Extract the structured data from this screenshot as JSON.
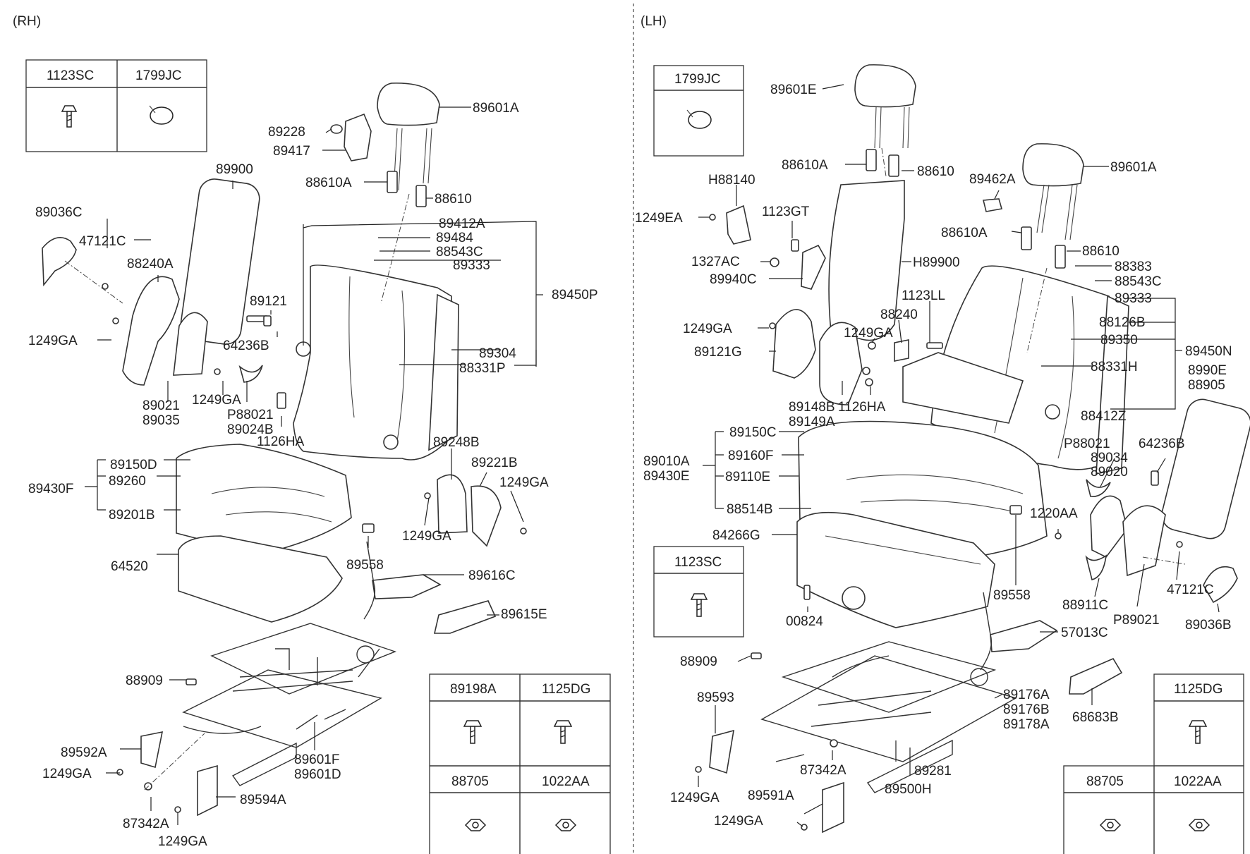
{
  "sides": {
    "right": "(RH)",
    "left": "(LH)"
  },
  "rh": {
    "headers": {
      "bolt": "1123SC",
      "clip": "1799JC"
    },
    "labels": {
      "headrest": "89601A",
      "guide": "88610A",
      "guide_b": "88610",
      "ring": "89228",
      "bezel": "89417",
      "armrest": "89900",
      "cover_knob": "89036C",
      "pin": "47121C",
      "shield": "88240A",
      "screw_a": "1249GA",
      "bolt_a": "89121",
      "bushing": "64236B",
      "recliner_cover": "89021",
      "recliner_cover_b": "89035",
      "screw_b": "1249GA",
      "p_cover": "P88021",
      "p_cover_b": "89024B",
      "bolt_b": "1126HA",
      "back_a": "89412A",
      "back_b": "89484",
      "back_c": "88543C",
      "back_d": "89333",
      "back_assy": "89450P",
      "back_e": "89304",
      "back_f": "88331P",
      "cushion_a": "89150D",
      "cushion_b": "89260",
      "cushion_c": "89201B",
      "cushion_assy": "89430F",
      "pad": "64520",
      "latch": "89558",
      "bracket": "89248B",
      "cover_a": "89221B",
      "screw_c": "1249GA",
      "screw_d": "1249GA",
      "trim_a": "89616C",
      "trim_b": "89615E",
      "bolt_c": "88909",
      "frame_a": "89592A",
      "screw_e": "1249GA",
      "frame_b": "89601F",
      "frame_c": "89601D",
      "foot": "87342A",
      "bracket_b": "89594A",
      "screw_f": "1249GA"
    },
    "bottom_table": {
      "h1": "89198A",
      "h2": "1125DG",
      "h3": "88705",
      "h4": "1022AA"
    }
  },
  "lh": {
    "headers": {
      "clip": "1799JC",
      "bolt": "1123SC"
    },
    "labels": {
      "headrest_a": "89601E",
      "guide_a": "88610A",
      "guide_a2": "88610",
      "bracket_a": "H88140",
      "screw_a": "1249EA",
      "bolt_a": "1123GT",
      "nut_a": "1327AC",
      "bracket_b": "89940C",
      "armrest_back": "H89900",
      "clip_a": "89462A",
      "headrest_b": "89601A",
      "guide_b": "88610A",
      "guide_b2": "88610",
      "back_a": "88383",
      "back_b": "88543C",
      "back_c": "89333",
      "back_d": "88126B",
      "back_e": "89350",
      "back_assy": "89450N",
      "back_f": "88331H",
      "back_g": "88412Z",
      "screw_b": "1123LL",
      "shield": "88240",
      "screw_c": "1249GA",
      "screw_d": "1249GA",
      "knob": "89121G",
      "cover_a": "89148B",
      "bolt_b": "1126HA",
      "cover_b": "89149A",
      "cushion_a": "89150C",
      "cushion_b": "89160F",
      "cushion_c": "89110E",
      "cushion_d": "88514B",
      "cushion_assy": "89010A",
      "cushion_assy_b": "89430E",
      "harness": "84266G",
      "arm_a": "8990E",
      "arm_b": "88905",
      "p_cover": "P88021",
      "p_cover_b": "89034",
      "p_cover_c": "89020",
      "bushing": "64236B",
      "screw_e": "1220AA",
      "ring": "88911C",
      "pin": "47121C",
      "p_cover_d": "P89021",
      "knob_b": "89036B",
      "latch": "89558",
      "clip_b": "00824",
      "trim_a": "57013C",
      "trim_b": "68683B",
      "bolt_c": "88909",
      "frame_a": "89593",
      "screw_f": "1249GA",
      "foot": "87342A",
      "frame_b": "89591A",
      "screw_g": "1249GA",
      "rail": "89500H",
      "rail_b": "89281",
      "lever_a": "89176A",
      "lever_b": "89176B",
      "lever_c": "89178A"
    },
    "bottom_table": {
      "h2": "1125DG",
      "h3": "88705",
      "h4": "1022AA"
    }
  }
}
